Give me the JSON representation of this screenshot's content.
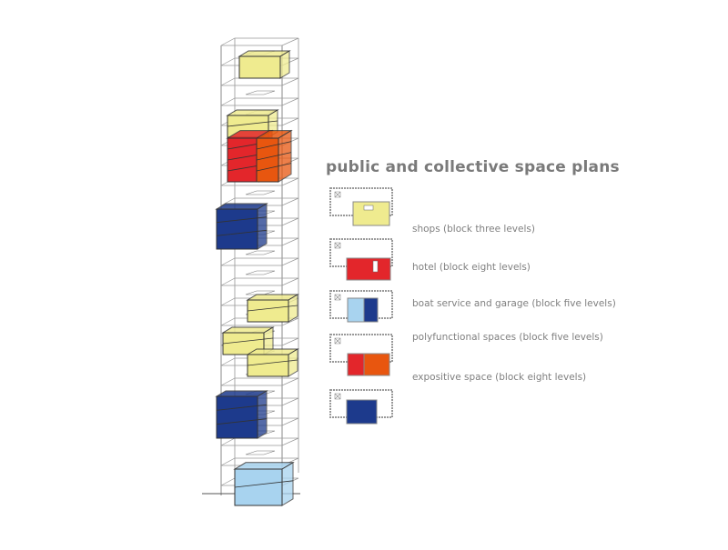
{
  "title": "public and collective space plans",
  "legend": [
    {
      "label": "shops (block three levels)",
      "color": "#efeb8f"
    },
    {
      "label": "hotel (block eight levels)",
      "color": "#e3262b"
    },
    {
      "label": "boat service and garage (block five levels)",
      "color": "#1d3a8c"
    },
    {
      "label": "polyfunctional spaces (block five levels)",
      "color": "#e8560f"
    },
    {
      "label": "expositive space (block eight levels)",
      "color": "#a8d3ef"
    }
  ],
  "colors": {
    "yellow": "#efeb8f",
    "red": "#e3262b",
    "orange": "#e8560f",
    "navy": "#1d3a8c",
    "lightblue": "#a8d3ef",
    "line": "#555555",
    "text": "#7f7f7f"
  }
}
